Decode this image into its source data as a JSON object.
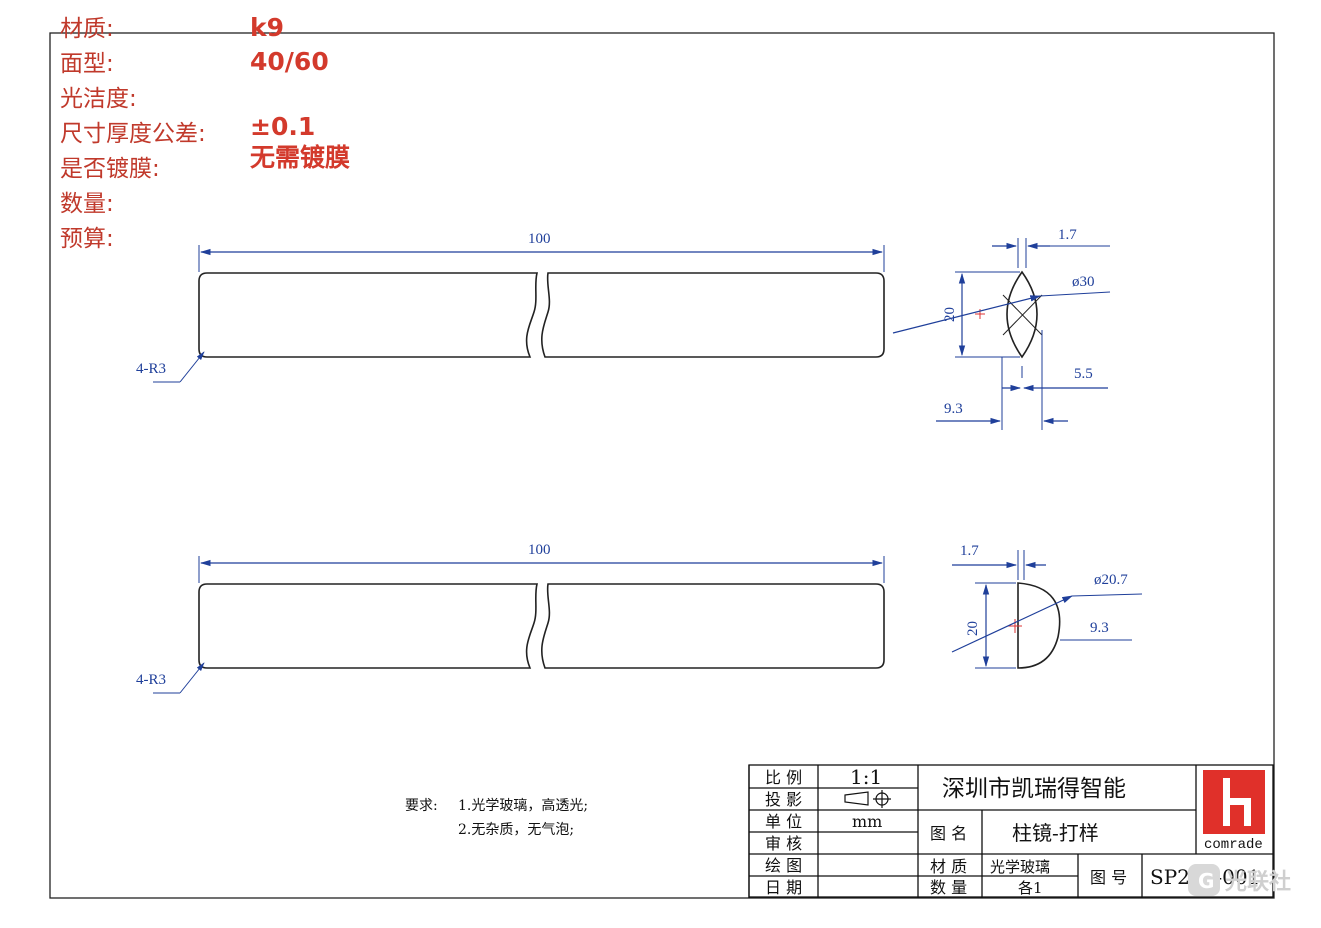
{
  "specs": [
    {
      "label": "材质:",
      "value": "k9"
    },
    {
      "label": "面型:",
      "value": "40/60"
    },
    {
      "label": "光洁度:",
      "value": ""
    },
    {
      "label": "尺寸厚度公差:",
      "value": "±0.1"
    },
    {
      "label": "是否镀膜:",
      "value": "无需镀膜"
    },
    {
      "label": "数量:",
      "value": ""
    },
    {
      "label": "预算:",
      "value": ""
    }
  ],
  "part_top": {
    "length": "100",
    "corner": "4-R3",
    "thickness": "1.7",
    "diameter": "ø30",
    "height": "20",
    "edge": "5.5",
    "width": "9.3"
  },
  "part_bottom": {
    "length": "100",
    "corner": "4-R3",
    "thickness": "1.7",
    "diameter": "ø20.7",
    "height": "20",
    "width": "9.3"
  },
  "requirements": {
    "heading": "要求:",
    "item1": "1.光学玻璃，高透光;",
    "item2": "2.无杂质，无气泡;"
  },
  "title_block": {
    "scale_label": "比 例",
    "scale_value": "1:1",
    "projection_label": "投 影",
    "unit_label": "单 位",
    "unit_value": "mm",
    "review_label": "审 核",
    "draw_label": "绘 图",
    "date_label": "日 期",
    "company": "深圳市凯瑞得智能",
    "drawing_name_label": "图 名",
    "drawing_name": "柱镜-打样",
    "material_label": "材 质",
    "material_value": "光学玻璃",
    "quantity_label": "数 量",
    "quantity_value": "各1",
    "drawing_no_label": "图 号",
    "drawing_no": "SP240-001",
    "logo_text": "comrade",
    "logo_color": "#e0302a"
  },
  "watermark": "光联社"
}
